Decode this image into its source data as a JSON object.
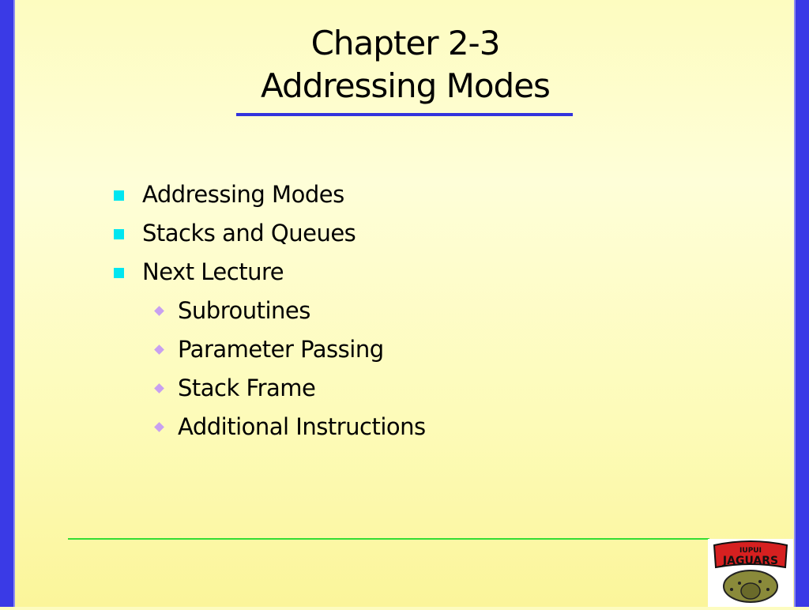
{
  "slide": {
    "title_line1": "Chapter 2-3",
    "title_line2": "Addressing Modes",
    "bullets": [
      {
        "text": "Addressing Modes",
        "level": 1
      },
      {
        "text": "Stacks and Queues",
        "level": 1
      },
      {
        "text": "Next Lecture",
        "level": 1
      },
      {
        "text": "Subroutines",
        "level": 2
      },
      {
        "text": "Parameter Passing",
        "level": 2
      },
      {
        "text": "Stack Frame",
        "level": 2
      },
      {
        "text": "Additional Instructions",
        "level": 2
      }
    ],
    "logo_text": "IUPUI JAGUARS"
  },
  "colors": {
    "side_bars": "#3a3ae6",
    "title_rule": "#3333dd",
    "bottom_rule": "#33dd33",
    "bullet_square": "#00e6f0",
    "bullet_diamond": "#c8a0f0"
  }
}
